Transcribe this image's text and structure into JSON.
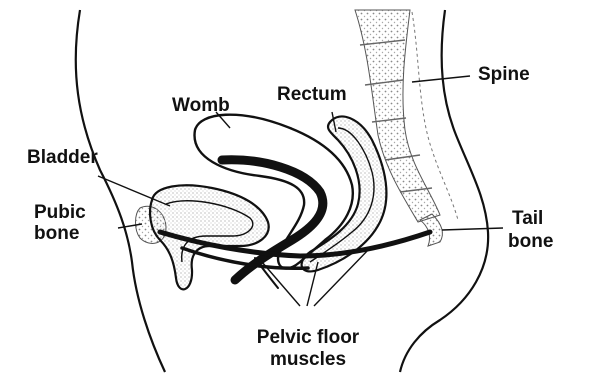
{
  "labels": {
    "spine": "Spine",
    "rectum": "Rectum",
    "womb": "Womb",
    "bladder": "Bladder",
    "pubic_line1": "Pubic",
    "pubic_line2": "bone",
    "tail_line1": "Tail",
    "tail_line2": "bone",
    "pelvic_line1": "Pelvic floor",
    "pelvic_line2": "muscles"
  },
  "colors": {
    "ink": "#111111",
    "stipple": "#9a9a9a",
    "background": "#ffffff"
  }
}
